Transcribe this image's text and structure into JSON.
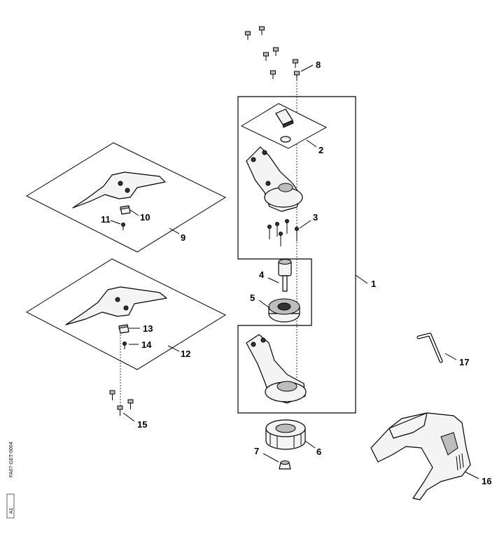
{
  "drawing_code": "FA07-GET-0004",
  "revision": "A1",
  "callouts": [
    "1",
    "2",
    "3",
    "4",
    "5",
    "6",
    "7",
    "8",
    "9",
    "10",
    "11",
    "12",
    "13",
    "14",
    "15",
    "16",
    "17"
  ]
}
